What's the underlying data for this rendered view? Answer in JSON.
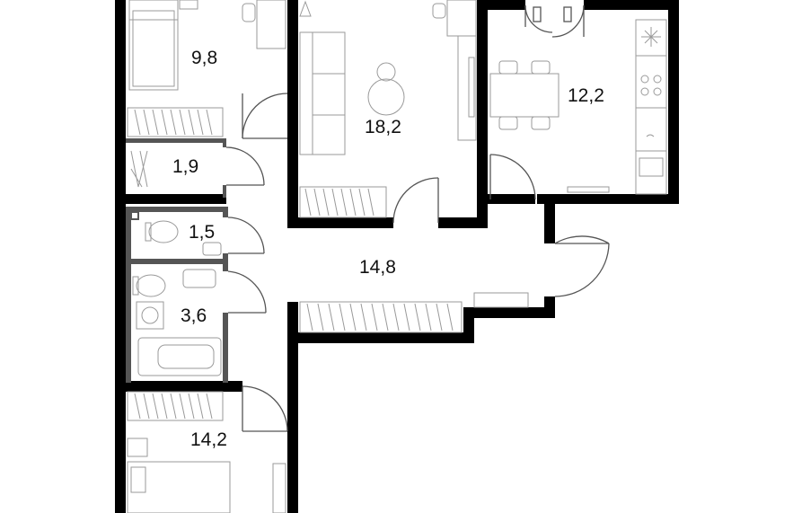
{
  "plan": {
    "colors": {
      "wall": "#000000",
      "line": "#9a9a9a",
      "partition": "#333333",
      "background": "#ffffff"
    },
    "rooms": {
      "bedroom_top": {
        "area": "9,8"
      },
      "living_room": {
        "area": "18,2"
      },
      "kitchen": {
        "area": "12,2"
      },
      "closet": {
        "area": "1,9"
      },
      "wc": {
        "area": "1,5"
      },
      "hall": {
        "area": "14,8"
      },
      "bathroom": {
        "area": "3,6"
      },
      "bedroom_bottom": {
        "area": "14,2"
      }
    }
  }
}
